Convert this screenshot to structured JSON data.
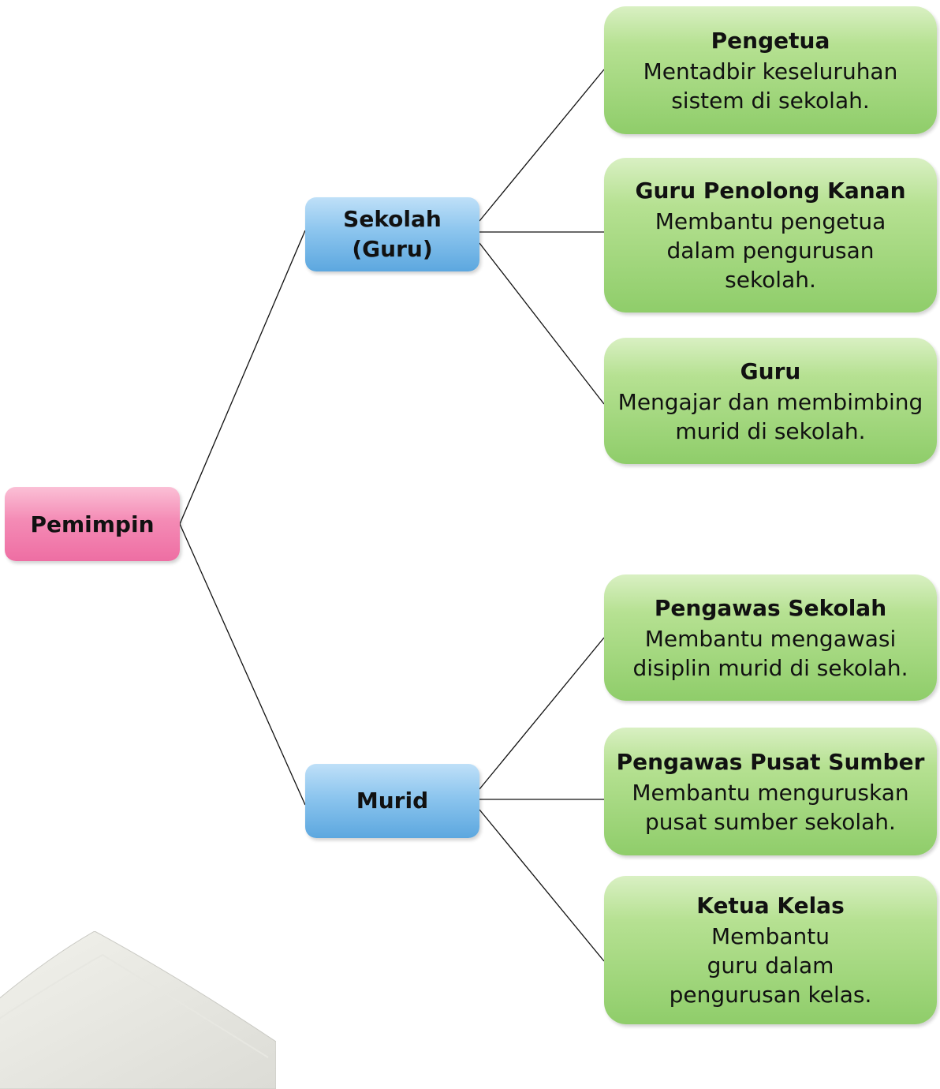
{
  "root": {
    "label": "Pemimpin"
  },
  "groups": [
    {
      "label": "Sekolah\n(Guru)",
      "children": [
        {
          "title": "Pengetua",
          "desc": "Mentadbir keseluruhan\nsistem di sekolah."
        },
        {
          "title": "Guru Penolong Kanan",
          "desc": "Membantu pengetua\ndalam pengurusan\nsekolah."
        },
        {
          "title": "Guru",
          "desc": "Mengajar dan membimbing\nmurid di sekolah."
        }
      ]
    },
    {
      "label": "Murid",
      "children": [
        {
          "title": "Pengawas Sekolah",
          "desc": "Membantu mengawasi\ndisiplin murid di sekolah."
        },
        {
          "title": "Pengawas Pusat Sumber",
          "desc": "Membantu menguruskan\npusat sumber sekolah."
        },
        {
          "title": "Ketua Kelas",
          "desc": "Membantu\nguru dalam\npengurusan kelas."
        }
      ]
    }
  ],
  "colors": {
    "root": "#f07aaa",
    "mid": "#6fb2e4",
    "leaf": "#9ed47a",
    "line": "#111111"
  }
}
